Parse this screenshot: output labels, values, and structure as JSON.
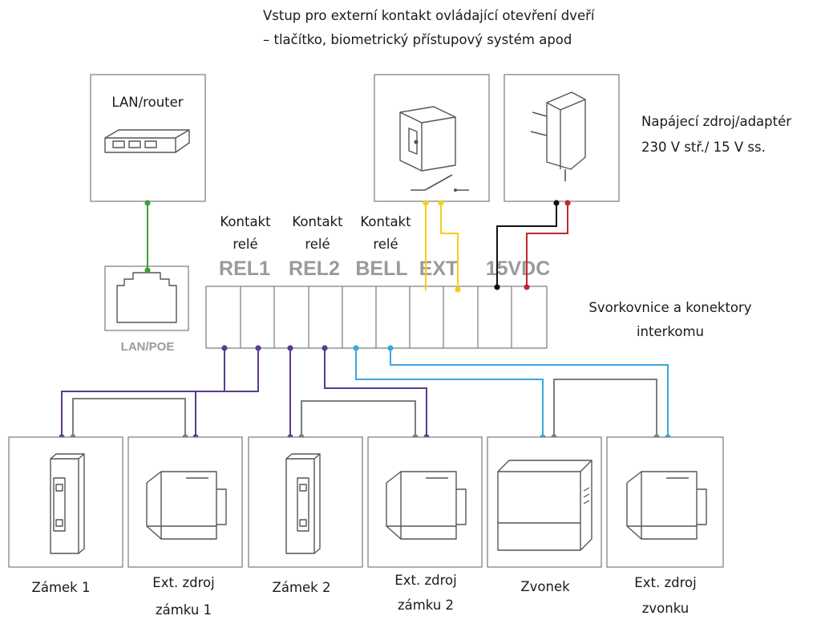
{
  "header_note": {
    "line1": "Vstup pro externí kontakt ovládající otevření dveří",
    "line2": "– tlačítko, biometrický přístupový systém apod"
  },
  "lan_router": {
    "label": "LAN/router"
  },
  "power_adapter": {
    "line1": "Napájecí zdroj/adaptér",
    "line2": "230 V stř./ 15 V ss."
  },
  "lan_poe": {
    "label": "LAN/POE"
  },
  "relay_contacts": [
    {
      "line1": "Kontakt",
      "line2": "relé"
    },
    {
      "line1": "Kontakt",
      "line2": "relé"
    },
    {
      "line1": "Kontakt",
      "line2": "relé"
    }
  ],
  "terminals": [
    "REL1",
    "REL2",
    "BELL",
    "EXT",
    "15VDC"
  ],
  "terminal_block": {
    "line1": "Svorkovnice a konektory",
    "line2": "interkomu"
  },
  "devices": [
    {
      "line1": "Zámek 1",
      "line2": ""
    },
    {
      "line1": "Ext. zdroj",
      "line2": "zámku 1"
    },
    {
      "line1": "Zámek 2",
      "line2": ""
    },
    {
      "line1": "Ext. zdroj",
      "line2": "zámku 2"
    },
    {
      "line1": "Zvonek",
      "line2": ""
    },
    {
      "line1": "Ext. zdroj",
      "line2": "zvonku"
    }
  ],
  "wire_colors": {
    "green": "#3aa03a",
    "yellow": "#f2cf1d",
    "black": "#111111",
    "red": "#c0282c",
    "purple": "#5b3b8c",
    "gray": "#7d7d7d",
    "blue": "#3aa7e0"
  }
}
